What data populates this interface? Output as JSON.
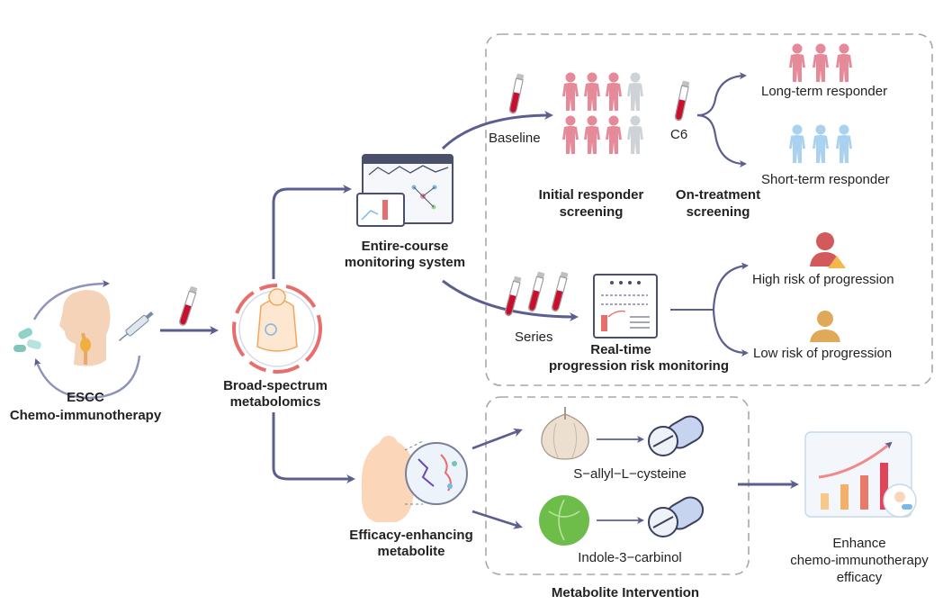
{
  "left": {
    "title_line1": "ESCC",
    "title_line2": "Chemo-immunotherapy"
  },
  "metabolomics": {
    "line1": "Broad-spectrum",
    "line2": "metabolomics"
  },
  "monitoring": {
    "line1": "Entire-course",
    "line2": "monitoring system"
  },
  "response": {
    "baseline": "Baseline",
    "c6": "C6",
    "long_term": "Long-term responder",
    "short_term": "Short-term responder",
    "initial_line1": "Initial responder",
    "initial_line2": "screening",
    "ontreat_line1": "On-treatment",
    "ontreat_line2": "screening"
  },
  "progression": {
    "series": "Series",
    "realtime_line1": "Real-time",
    "realtime_line2": "progression risk monitoring",
    "high_risk": "High risk of progression",
    "low_risk": "Low risk of progression"
  },
  "intervention": {
    "efficacy_line1": "Efficacy-enhancing",
    "efficacy_line2": "metabolite",
    "compound1": "S−allyl−L−cysteine",
    "compound2": "Indole-3−carbinol",
    "box_title": "Metabolite Intervention"
  },
  "outcome": {
    "line1": "Enhance",
    "line2": "chemo-immunotherapy",
    "line3": "efficacy"
  },
  "colors": {
    "arrow": "#5b5f8f",
    "pink_person": "#e58a98",
    "grey_person": "#cfd3d8",
    "blue_person": "#a9d2ef",
    "high_risk": "#d35a5a",
    "low_risk": "#e0a95a",
    "tube_red": "#c8102e",
    "dash": "#a8a8a8"
  }
}
